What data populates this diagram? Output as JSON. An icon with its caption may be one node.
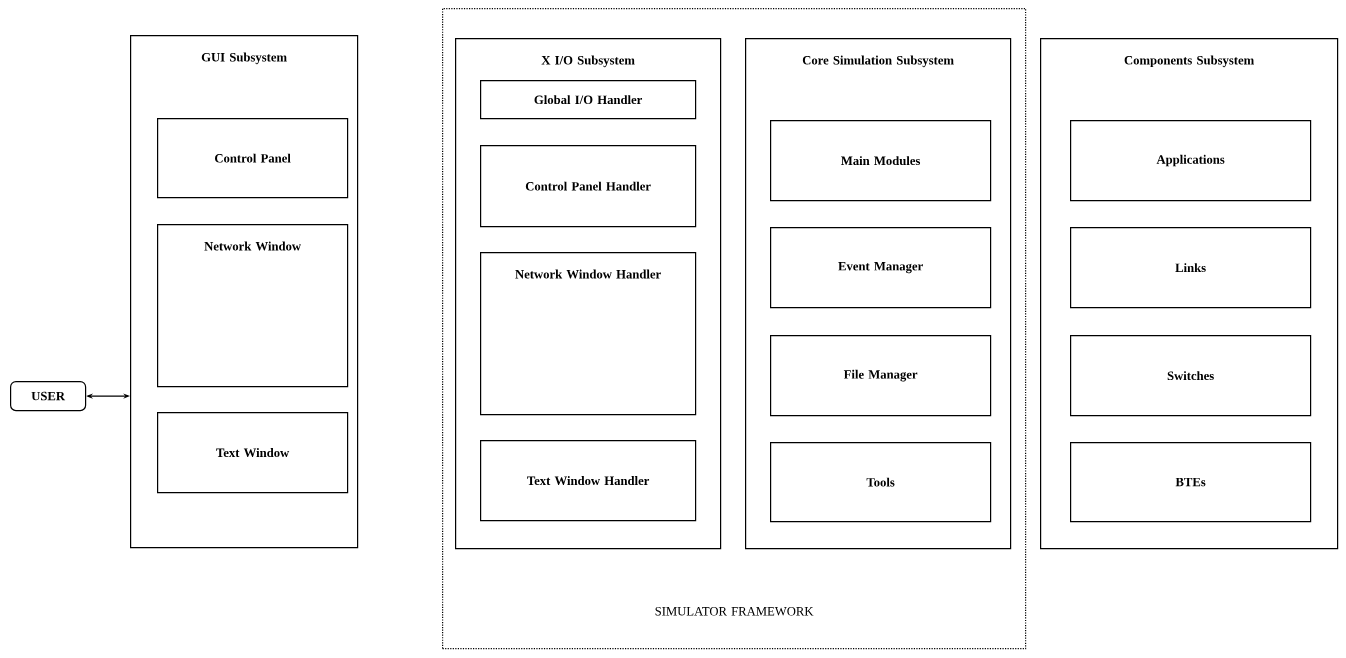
{
  "diagram": {
    "nodes": [
      {
        "text": [
          "USER"
        ]
      },
      {
        "text": [
          "GUI Subsystem"
        ]
      },
      {
        "text": [
          "Control Panel"
        ],
        "in": 1
      },
      {
        "text": [
          "Network Window"
        ],
        "in": 1
      },
      {
        "text": [
          "Text Window"
        ],
        "in": 1
      },
      {
        "text": [
          "SIMULATOR FRAMEWORK"
        ]
      },
      {
        "text": [
          "X I/O Subsystem"
        ],
        "in": 5
      },
      {
        "text": [
          "Global I/O Handler"
        ],
        "in": 6
      },
      {
        "text": [
          "Control Panel Handler"
        ],
        "in": 6
      },
      {
        "text": [
          "Network Window Handler"
        ],
        "in": 6
      },
      {
        "text": [
          "Text Window Handler"
        ],
        "in": 6
      },
      {
        "text": [
          "Core Simulation Subsystem"
        ],
        "in": 5
      },
      {
        "text": [
          "Main Modules"
        ],
        "in": 11
      },
      {
        "text": [
          "Event Manager"
        ],
        "in": 11
      },
      {
        "text": [
          "File Manager"
        ],
        "in": 11
      },
      {
        "text": [
          "Tools"
        ],
        "in": 11
      },
      {
        "text": [
          "Components Subsystem"
        ]
      },
      {
        "text": [
          "Applications"
        ],
        "in": 16
      },
      {
        "text": [
          "Links"
        ],
        "in": 16
      },
      {
        "text": [
          "Switches"
        ],
        "in": 16
      },
      {
        "text": [
          "BTEs"
        ],
        "in": 16
      }
    ],
    "edges": [
      {
        "from": 0,
        "to": 1,
        "arrow": "both"
      }
    ]
  }
}
